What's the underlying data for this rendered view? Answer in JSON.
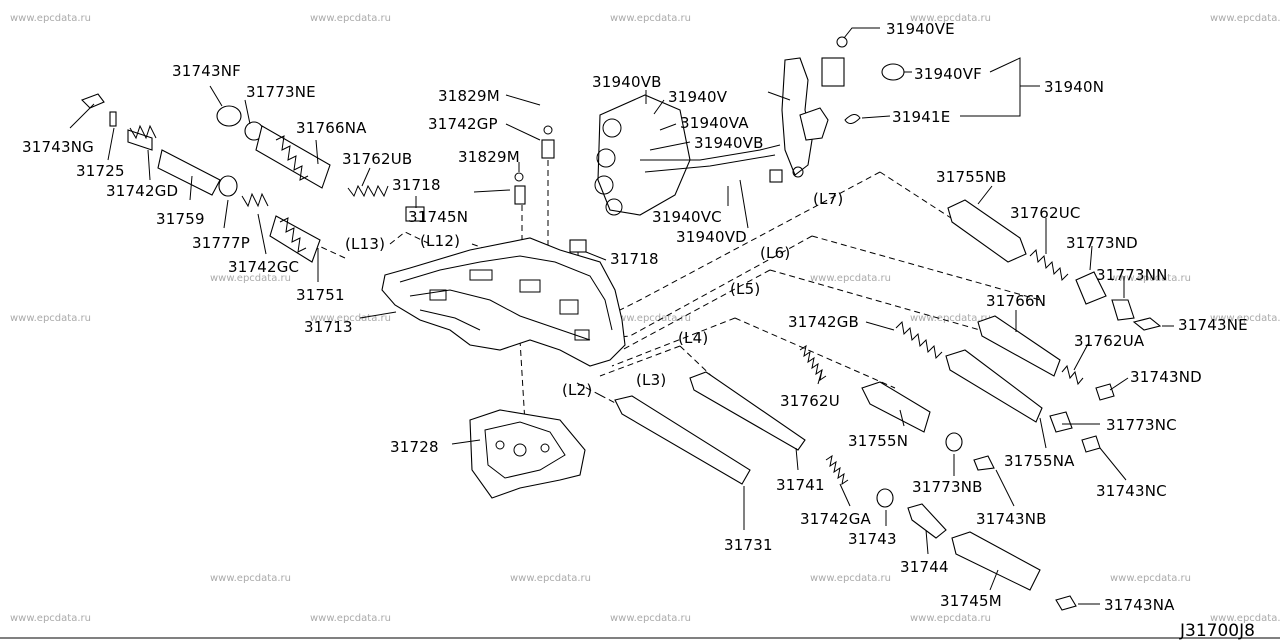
{
  "watermark": "www.epcdata.ru",
  "diagram_code": "J31700J8",
  "colors": {
    "line": "#000000",
    "watermark": "#aaaaaa",
    "background": "#ffffff"
  },
  "line_labels": [
    "(L7)",
    "(L6)",
    "(L5)",
    "(L4)",
    "(L3)",
    "(L2)",
    "(L13)",
    "(L12)"
  ],
  "parts": [
    "31940VE",
    "31940VF",
    "31940N",
    "31941E",
    "31940VB",
    "31940V",
    "31940VA",
    "31940VB",
    "31940VC",
    "31940VD",
    "31829M",
    "31742GP",
    "31829M",
    "31745N",
    "31718",
    "31718",
    "31743NF",
    "31773NE",
    "31766NA",
    "31762UB",
    "31743NG",
    "31725",
    "31742GD",
    "31759",
    "31777P",
    "31742GC",
    "31751",
    "31713",
    "31755NB",
    "31762UC",
    "31773ND",
    "31773NN",
    "31743NE",
    "31766N",
    "31742GB",
    "31762UA",
    "31743ND",
    "31762U",
    "31755N",
    "31773NC",
    "31755NA",
    "31743NC",
    "31728",
    "31741",
    "31773NB",
    "31743NB",
    "31742GA",
    "31743",
    "31731",
    "31744",
    "31745M",
    "31743NA"
  ]
}
